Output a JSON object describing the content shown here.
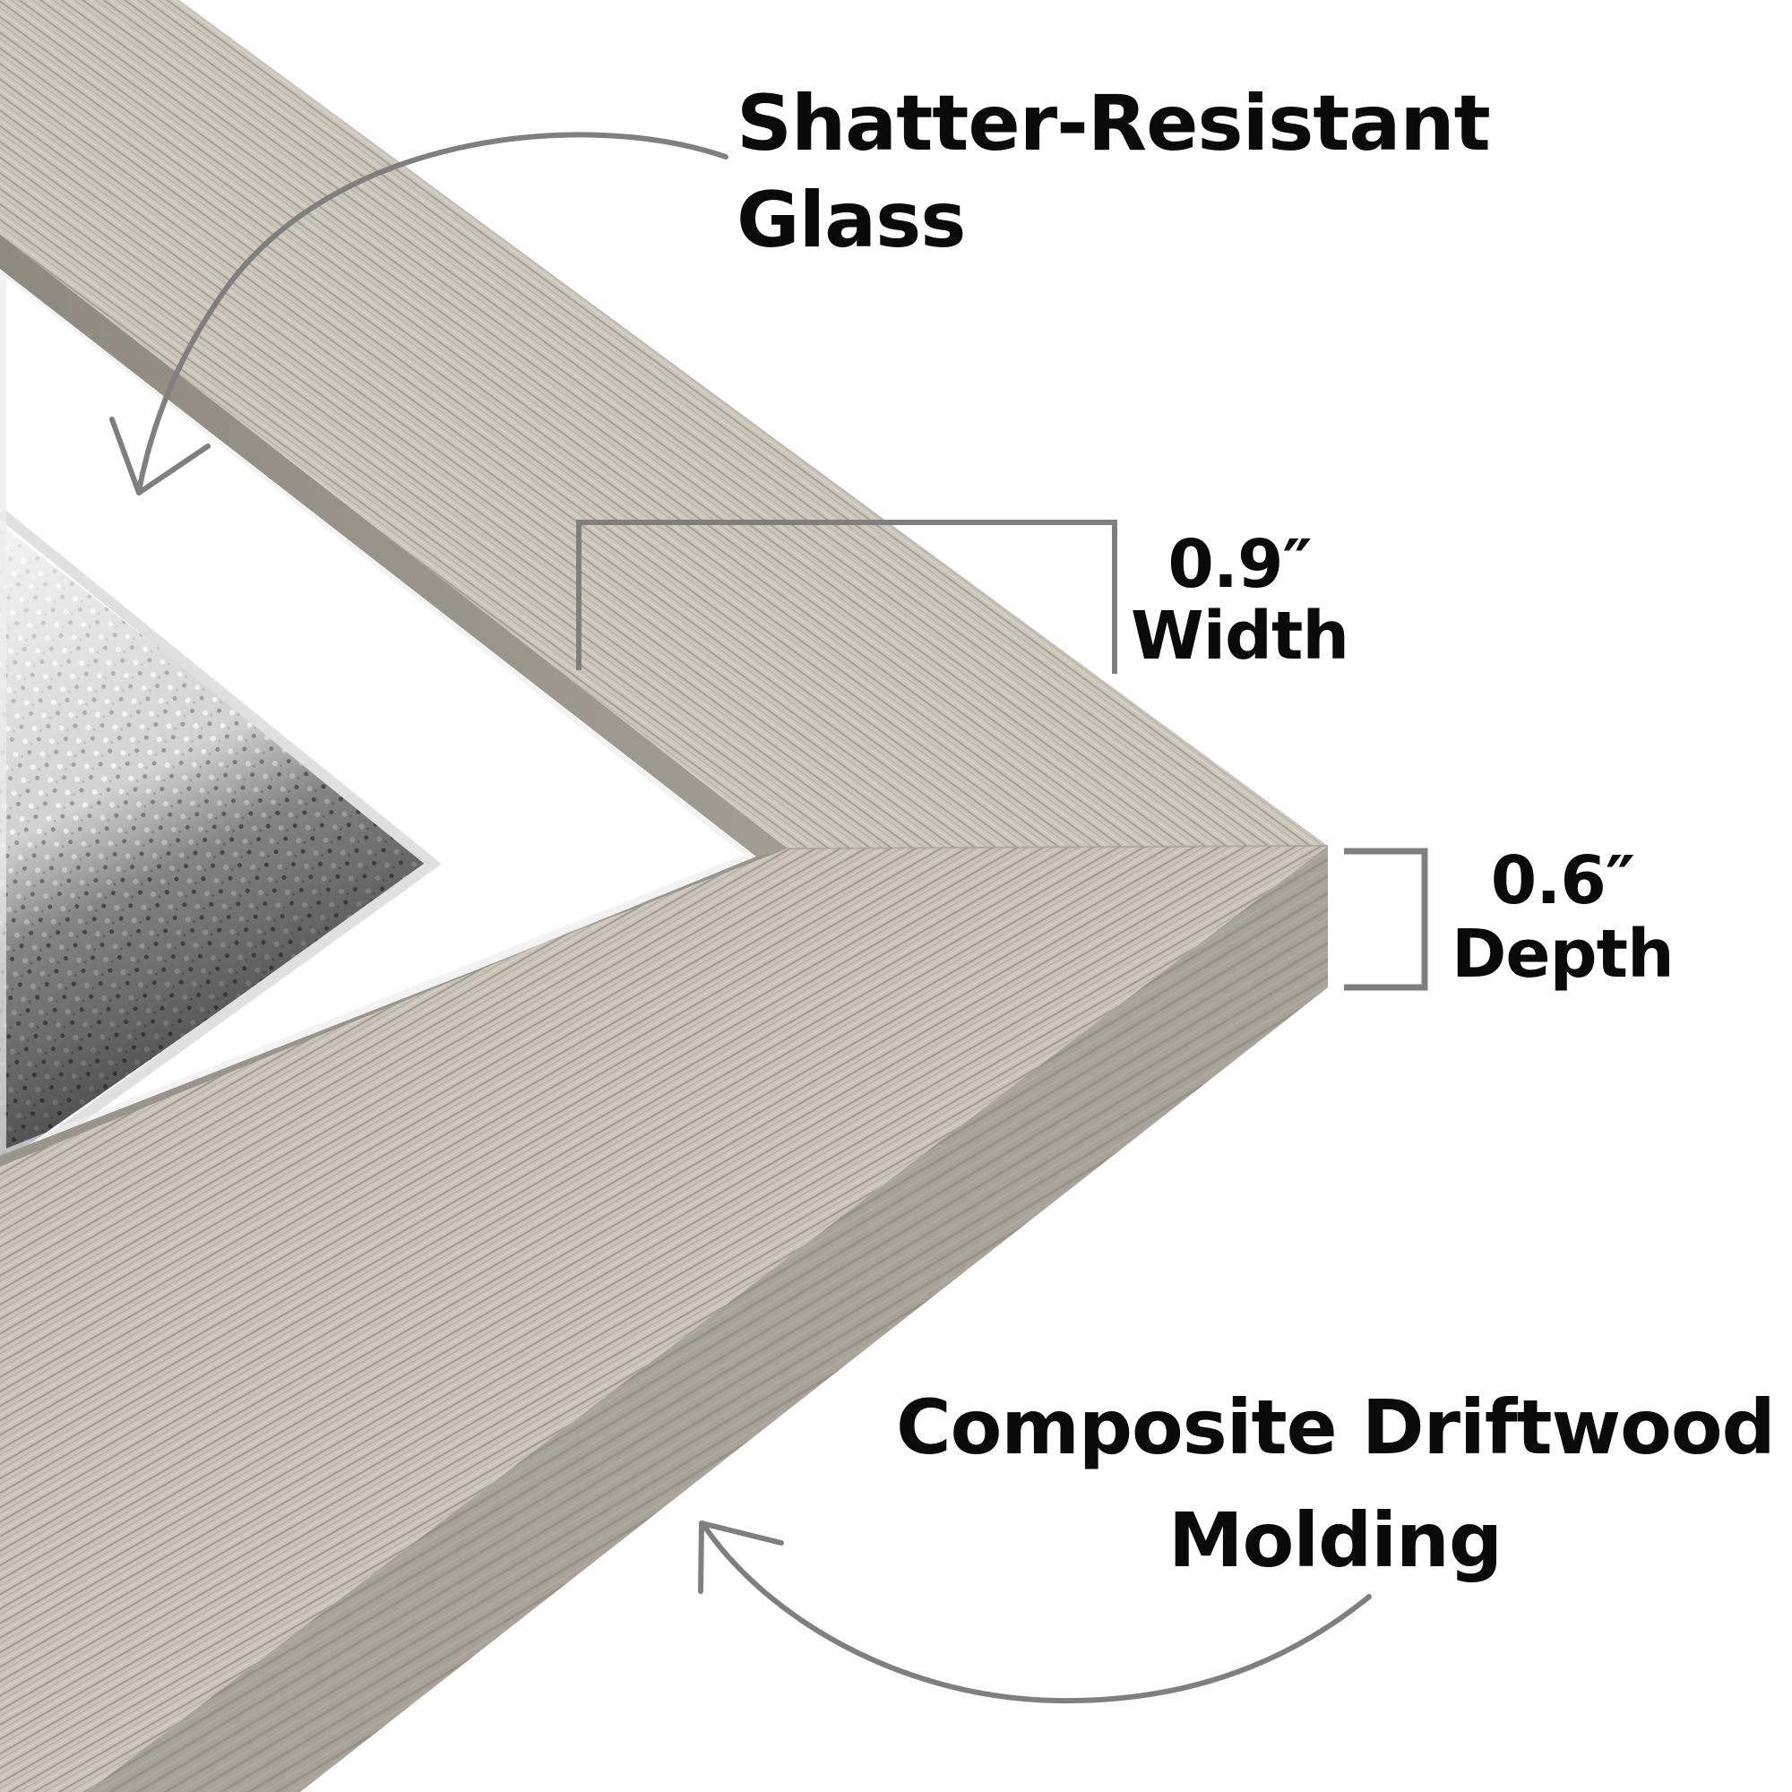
{
  "product": {
    "subject": "Picture frame corner detail",
    "colors": {
      "background": "#ffffff",
      "text": "#0a0a0a",
      "annotation_line": "#7f7f7f",
      "wood_face": "#cdc6bb",
      "wood_side": "#a39d94",
      "wood_grain": "#8e877d",
      "mat": "#ffffff",
      "mat_bevel": "#e2e2e2"
    }
  },
  "callouts": {
    "glass": {
      "line1": "Shatter-Resistant",
      "line2": "Glass",
      "arrow_icon": "curved-arrow-down-left"
    },
    "width": {
      "value": "0.9″",
      "label": "Width",
      "bracket_icon": "dimension-bracket"
    },
    "depth": {
      "value": "0.6″",
      "label": "Depth",
      "bracket_icon": "dimension-bracket"
    },
    "molding": {
      "line1": "Composite Driftwood",
      "line2": "Molding",
      "arrow_icon": "curved-arrow-up-left"
    }
  }
}
